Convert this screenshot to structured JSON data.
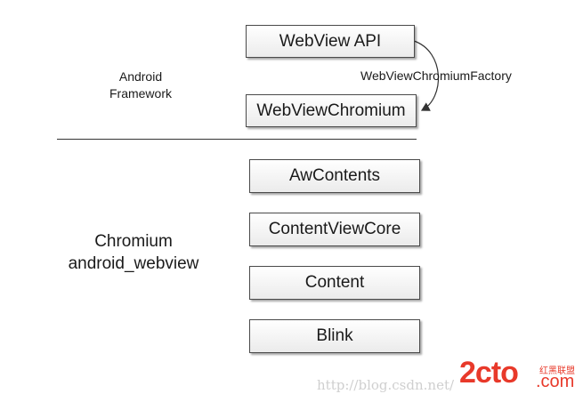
{
  "boxes": {
    "webview_api": "WebView API",
    "webview_chromium": "WebViewChromium",
    "aw_contents": "AwContents",
    "content_view_core": "ContentViewCore",
    "content": "Content",
    "blink": "Blink"
  },
  "edge": {
    "factory_label": "WebViewChromiumFactory"
  },
  "layers": {
    "android_framework": [
      "Android",
      "Framework"
    ],
    "chromium": [
      "Chromium",
      "android_webview"
    ]
  },
  "watermark": {
    "url": "http://blog.csdn.net/",
    "logo_text": "2cto",
    "logo_sub": "红黑联盟",
    "logo_tld": ".com",
    "logo_color": "#e8392a"
  },
  "colors": {
    "box_border": "#4a4a4a",
    "line": "#333333"
  }
}
